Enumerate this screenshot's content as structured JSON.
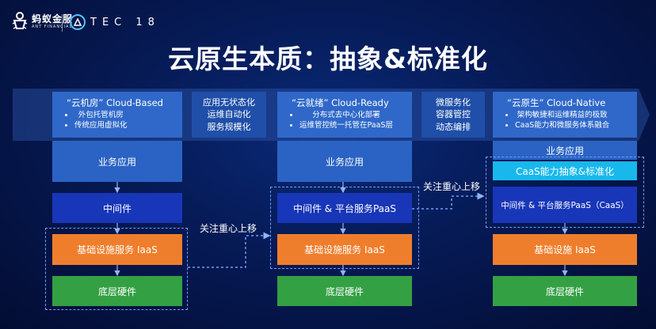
{
  "logos": {
    "ant_cn": "蚂蚁金服",
    "ant_en": "ANT FINANCIAL",
    "atec": "TEC 18"
  },
  "title": "云原生本质：抽象&标准化",
  "columns": [
    {
      "header": "“云机房” Cloud-Based",
      "bullets": [
        "外包托管机房",
        "传统应用虚拟化"
      ],
      "layers": [
        "业务应用",
        "中间件",
        "基础设施服务 IaaS",
        "底层硬件"
      ]
    },
    {
      "header": "“云就绪” Cloud-Ready",
      "bullets": [
        "分布式去中心化部署",
        "运维管控统一托管在PaaS层"
      ],
      "layers": [
        "业务应用",
        "中间件 & 平台服务PaaS",
        "基础设施服务 IaaS",
        "底层硬件"
      ]
    },
    {
      "header": "“云原生”  Cloud-Native",
      "bullets": [
        "架构敏捷和运维精益的极致",
        "CaaS能力和微服务体系融合"
      ],
      "layers": [
        "业务应用",
        "CaaS能力抽象&标准化",
        "中间件 & 平台服务PaaS（CaaS）",
        "基础设施 IaaS",
        "底层硬件"
      ]
    }
  ],
  "transitions": [
    {
      "lines": [
        "应用无状态化",
        "运维自动化",
        "服务规模化"
      ]
    },
    {
      "lines": [
        "微服务化",
        "容器管控",
        "动态编排"
      ]
    }
  ],
  "notes": [
    "关注重心上移",
    "关注重心上移"
  ],
  "colors": {
    "background": "#061a55",
    "header": "#2f68c9",
    "business": "#2b63c4",
    "middleware": "#1836b8",
    "iaas": "#ef7e2c",
    "hardware": "#34a044",
    "caas": "#18b8ec"
  }
}
